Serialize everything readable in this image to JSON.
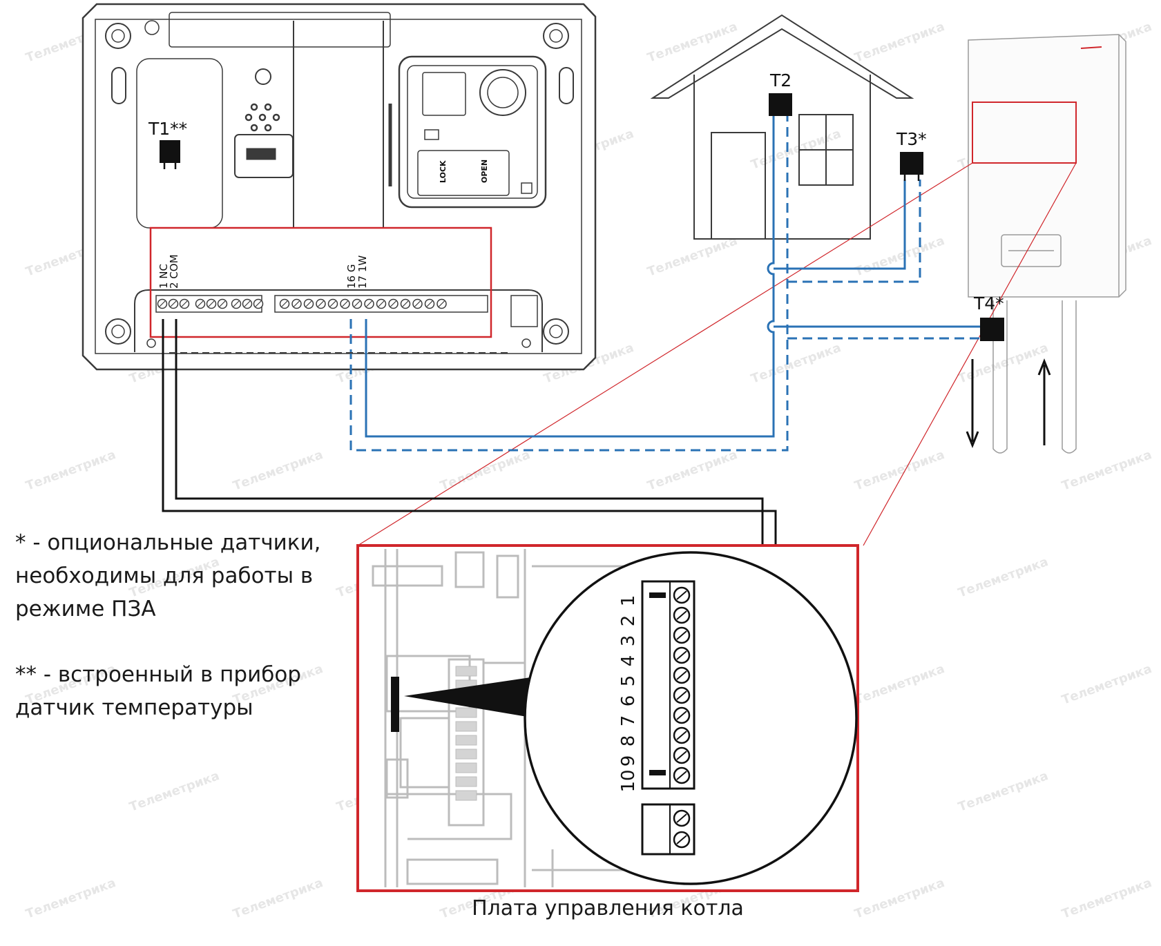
{
  "sensors": {
    "t1": "T1**",
    "t2": "T2",
    "t3": "T3*",
    "t4": "T4*"
  },
  "terminals": {
    "t1": "1 NC",
    "t2": "2 COM",
    "t16": "16 G",
    "t17": "17 1W"
  },
  "device_labels": {
    "lock": "LOCK",
    "open": "OPEN"
  },
  "boiler_block_numbers": [
    "1",
    "2",
    "3",
    "4",
    "5",
    "6",
    "7",
    "8",
    "9",
    "10"
  ],
  "notes": {
    "optional": "* - опциональные датчики,\nнеобходимы для работы в\nрежиме ПЗА",
    "builtin": "** - встроенный в прибор\nдатчик температуры"
  },
  "caption": "Плата управления котла",
  "watermark": "Телеметрика",
  "colors": {
    "outline": "#3a3a3a",
    "highlight_red": "#d0262b",
    "wire_black": "#111111",
    "wire_blue": "#2a72b5"
  },
  "icons": {
    "arrow_down": "flow-down-arrow-icon",
    "arrow_up": "flow-up-arrow-icon"
  }
}
